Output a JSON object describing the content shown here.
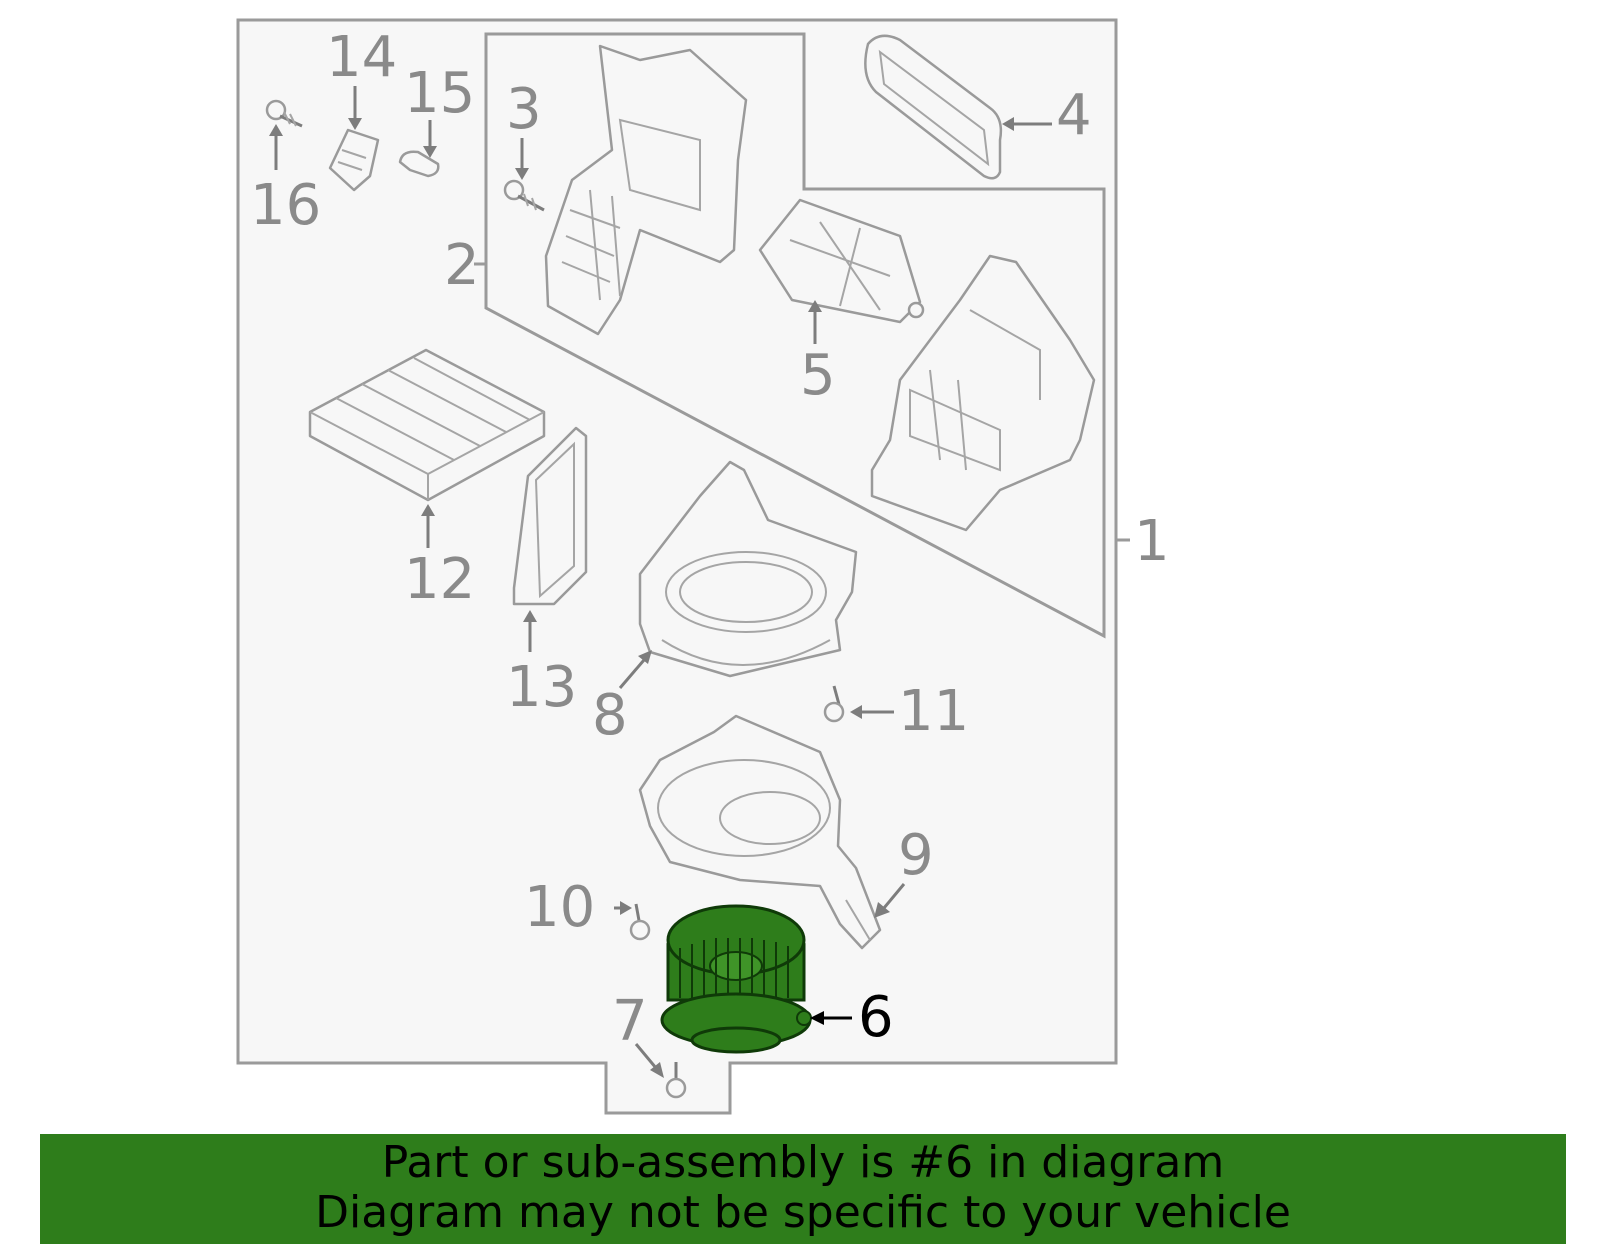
{
  "diagram": {
    "callouts": [
      "1",
      "2",
      "3",
      "4",
      "5",
      "6",
      "7",
      "8",
      "9",
      "10",
      "11",
      "12",
      "13",
      "14",
      "15",
      "16"
    ],
    "highlighted_callout": "6",
    "highlight_color": "#2e7d1b",
    "line_color": "#9a9a9a",
    "parts": [
      {
        "callout": "1",
        "icon": "hvac-assembly-boundary"
      },
      {
        "callout": "2",
        "icon": "heater-case-subassembly"
      },
      {
        "callout": "3",
        "icon": "screw-icon"
      },
      {
        "callout": "4",
        "icon": "seal-gasket-icon"
      },
      {
        "callout": "5",
        "icon": "air-door-icon"
      },
      {
        "callout": "6",
        "icon": "blower-motor-icon"
      },
      {
        "callout": "7",
        "icon": "screw-icon"
      },
      {
        "callout": "8",
        "icon": "blower-upper-case-icon"
      },
      {
        "callout": "9",
        "icon": "blower-lower-case-icon"
      },
      {
        "callout": "10",
        "icon": "screw-icon"
      },
      {
        "callout": "11",
        "icon": "screw-icon"
      },
      {
        "callout": "12",
        "icon": "cabin-air-filter-icon"
      },
      {
        "callout": "13",
        "icon": "filter-cover-icon"
      },
      {
        "callout": "14",
        "icon": "actuator-icon"
      },
      {
        "callout": "15",
        "icon": "clip-icon"
      },
      {
        "callout": "16",
        "icon": "screw-icon"
      }
    ]
  },
  "banner": {
    "line1": "Part or sub-assembly is #6 in diagram",
    "line2": "Diagram may not be specific to your vehicle",
    "background": "#2e7d1b"
  }
}
